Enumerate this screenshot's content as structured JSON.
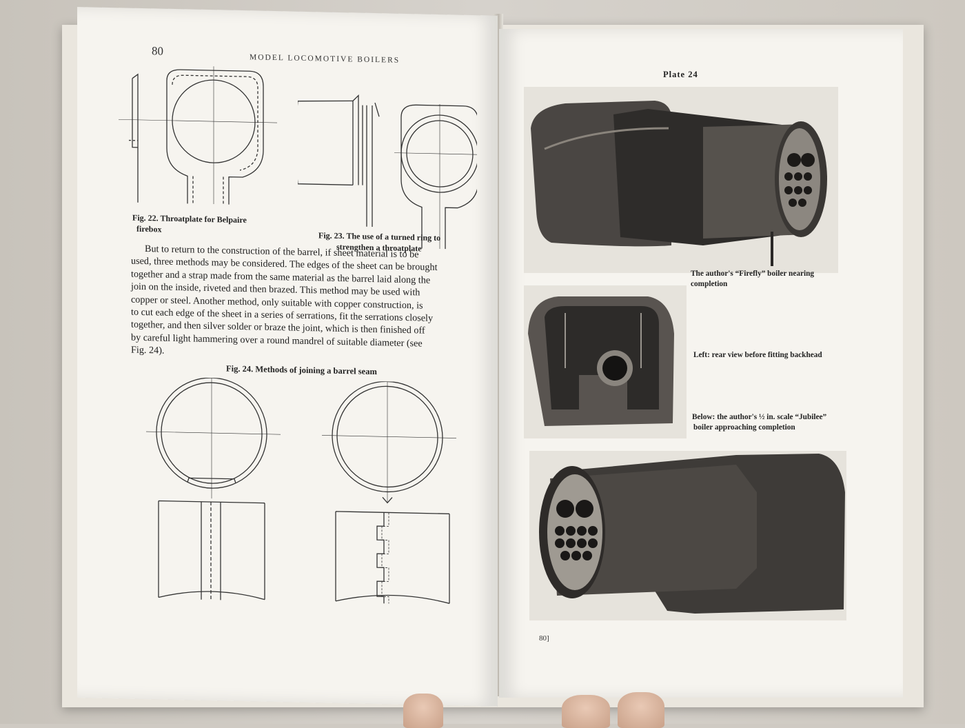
{
  "left_page": {
    "page_number": "80",
    "running_head": "MODEL LOCOMOTIVE BOILERS",
    "fig22_caption_line1": "Fig. 22. Throatplate for Belpaire",
    "fig22_caption_line2": "firebox",
    "fig23_caption_line1": "Fig. 23. The use of a turned ring to",
    "fig23_caption_line2": "strengthen a throatplate",
    "paragraph_lines": [
      "But to return to the construction of the barrel, if sheet material is to be",
      "used, three methods may be considered. The edges of the sheet can be brought",
      "together and a strap made from the same material as the barrel laid along the",
      "join on the inside, riveted and then brazed. This method may be used with",
      "copper or steel. Another method, only suitable with copper construction, is",
      "to cut each edge of the sheet in a series of serrations, fit the serrations closely",
      "together, and then silver solder or braze the joint, which is then finished off",
      "by careful light hammering over a round mandrel of suitable diameter (see",
      "Fig. 24)."
    ],
    "fig24_caption": "Fig. 24. Methods of joining a barrel seam"
  },
  "right_page": {
    "plate_title": "Plate 24",
    "caption_top_line1": "The author's “Firefly” boiler nearing",
    "caption_top_line2": "completion",
    "caption_left": "Left: rear view before fitting backhead",
    "caption_below_line1": "Below: the author's ½ in. scale “Jubilee”",
    "caption_below_line2": "boiler approaching completion",
    "page_number": "80]"
  }
}
